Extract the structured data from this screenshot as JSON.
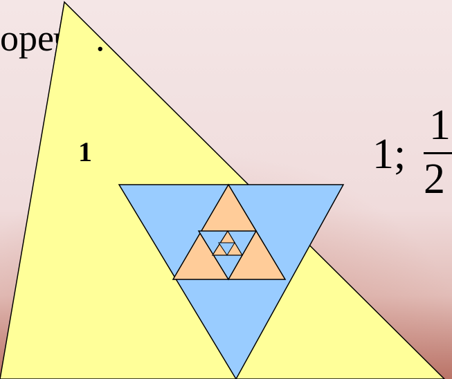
{
  "texts": {
    "background_fragment": "ореч.",
    "triangle_label": "1",
    "formula_prefix": "1;",
    "fraction_numerator": "1",
    "fraction_denominator": "2"
  },
  "colors": {
    "background_light": "#f3e4e4",
    "background_dark": "#bb7a70",
    "yellow_triangle": "#ffff99",
    "blue_triangle": "#99ccff",
    "orange_triangle": "#ffcc99",
    "stroke": "#000000"
  }
}
